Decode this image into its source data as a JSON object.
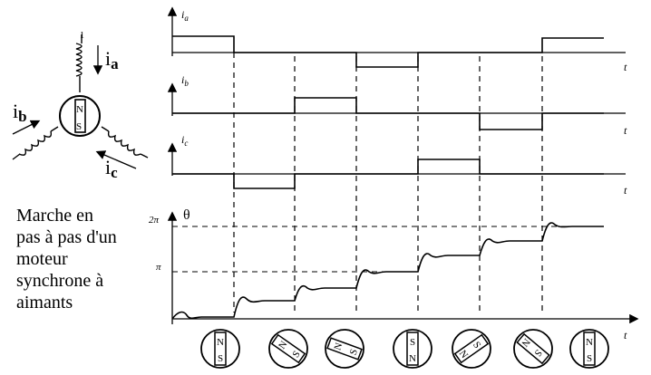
{
  "motor": {
    "ia": "i",
    "ia_sub": "a",
    "ib": "i",
    "ib_sub": "b",
    "ic": "i",
    "ic_sub": "c",
    "coil_top": "1",
    "rotor_n": "N",
    "rotor_s": "S"
  },
  "caption": {
    "line1": "Marche en",
    "line2": "pas à pas d'un",
    "line3": "moteur",
    "line4": "synchrone à",
    "line5": "aimants"
  },
  "plots": {
    "ia_label": "i",
    "ia_sub": "a",
    "ib_label": "i",
    "ib_sub": "b",
    "ic_label": "i",
    "ic_sub": "c",
    "t": "t",
    "theta_label": "θ",
    "two_pi": "2π",
    "pi": "π"
  },
  "rotors": [
    {
      "a": "N",
      "b": "S"
    },
    {
      "a": "N",
      "b": "S"
    },
    {
      "a": "N",
      "b": "S"
    },
    {
      "a": "S",
      "b": "N"
    },
    {
      "a": "S",
      "b": "N"
    },
    {
      "a": "S",
      "b": "N"
    },
    {
      "a": "N",
      "b": "S"
    }
  ],
  "colors": {
    "ink": "#000000",
    "background": "#ffffff"
  }
}
